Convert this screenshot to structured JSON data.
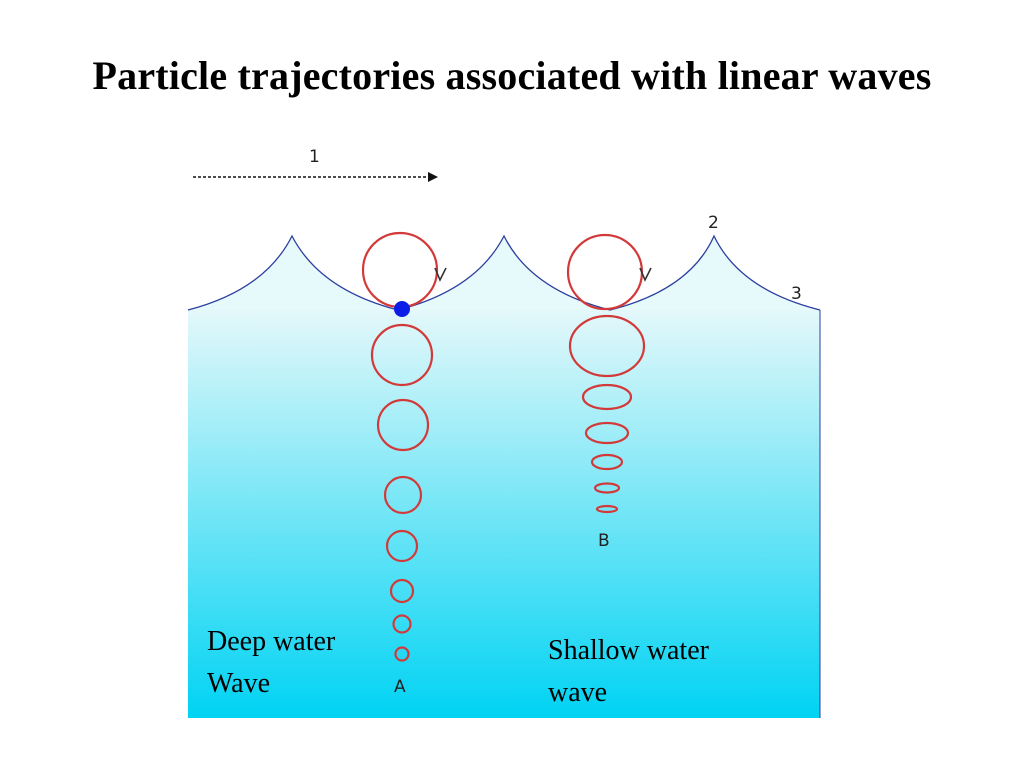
{
  "slide": {
    "title": "Particle trajectories associated with linear waves"
  },
  "labels": {
    "arrow": "1",
    "crest": "2",
    "surface": "3",
    "deep_column": "A",
    "shallow_column": "B"
  },
  "captions": {
    "deep_line1": "Deep water",
    "deep_line2": "Wave",
    "shallow_line1": "Shallow water",
    "shallow_line2": "wave"
  },
  "colors": {
    "water_top": "#e4f8fa",
    "water_bottom": "#00d3f3",
    "wave_line": "#2c3fa0",
    "orbit": "#d23a3a",
    "particle": "#0a1ee8",
    "arrow": "#111111"
  }
}
